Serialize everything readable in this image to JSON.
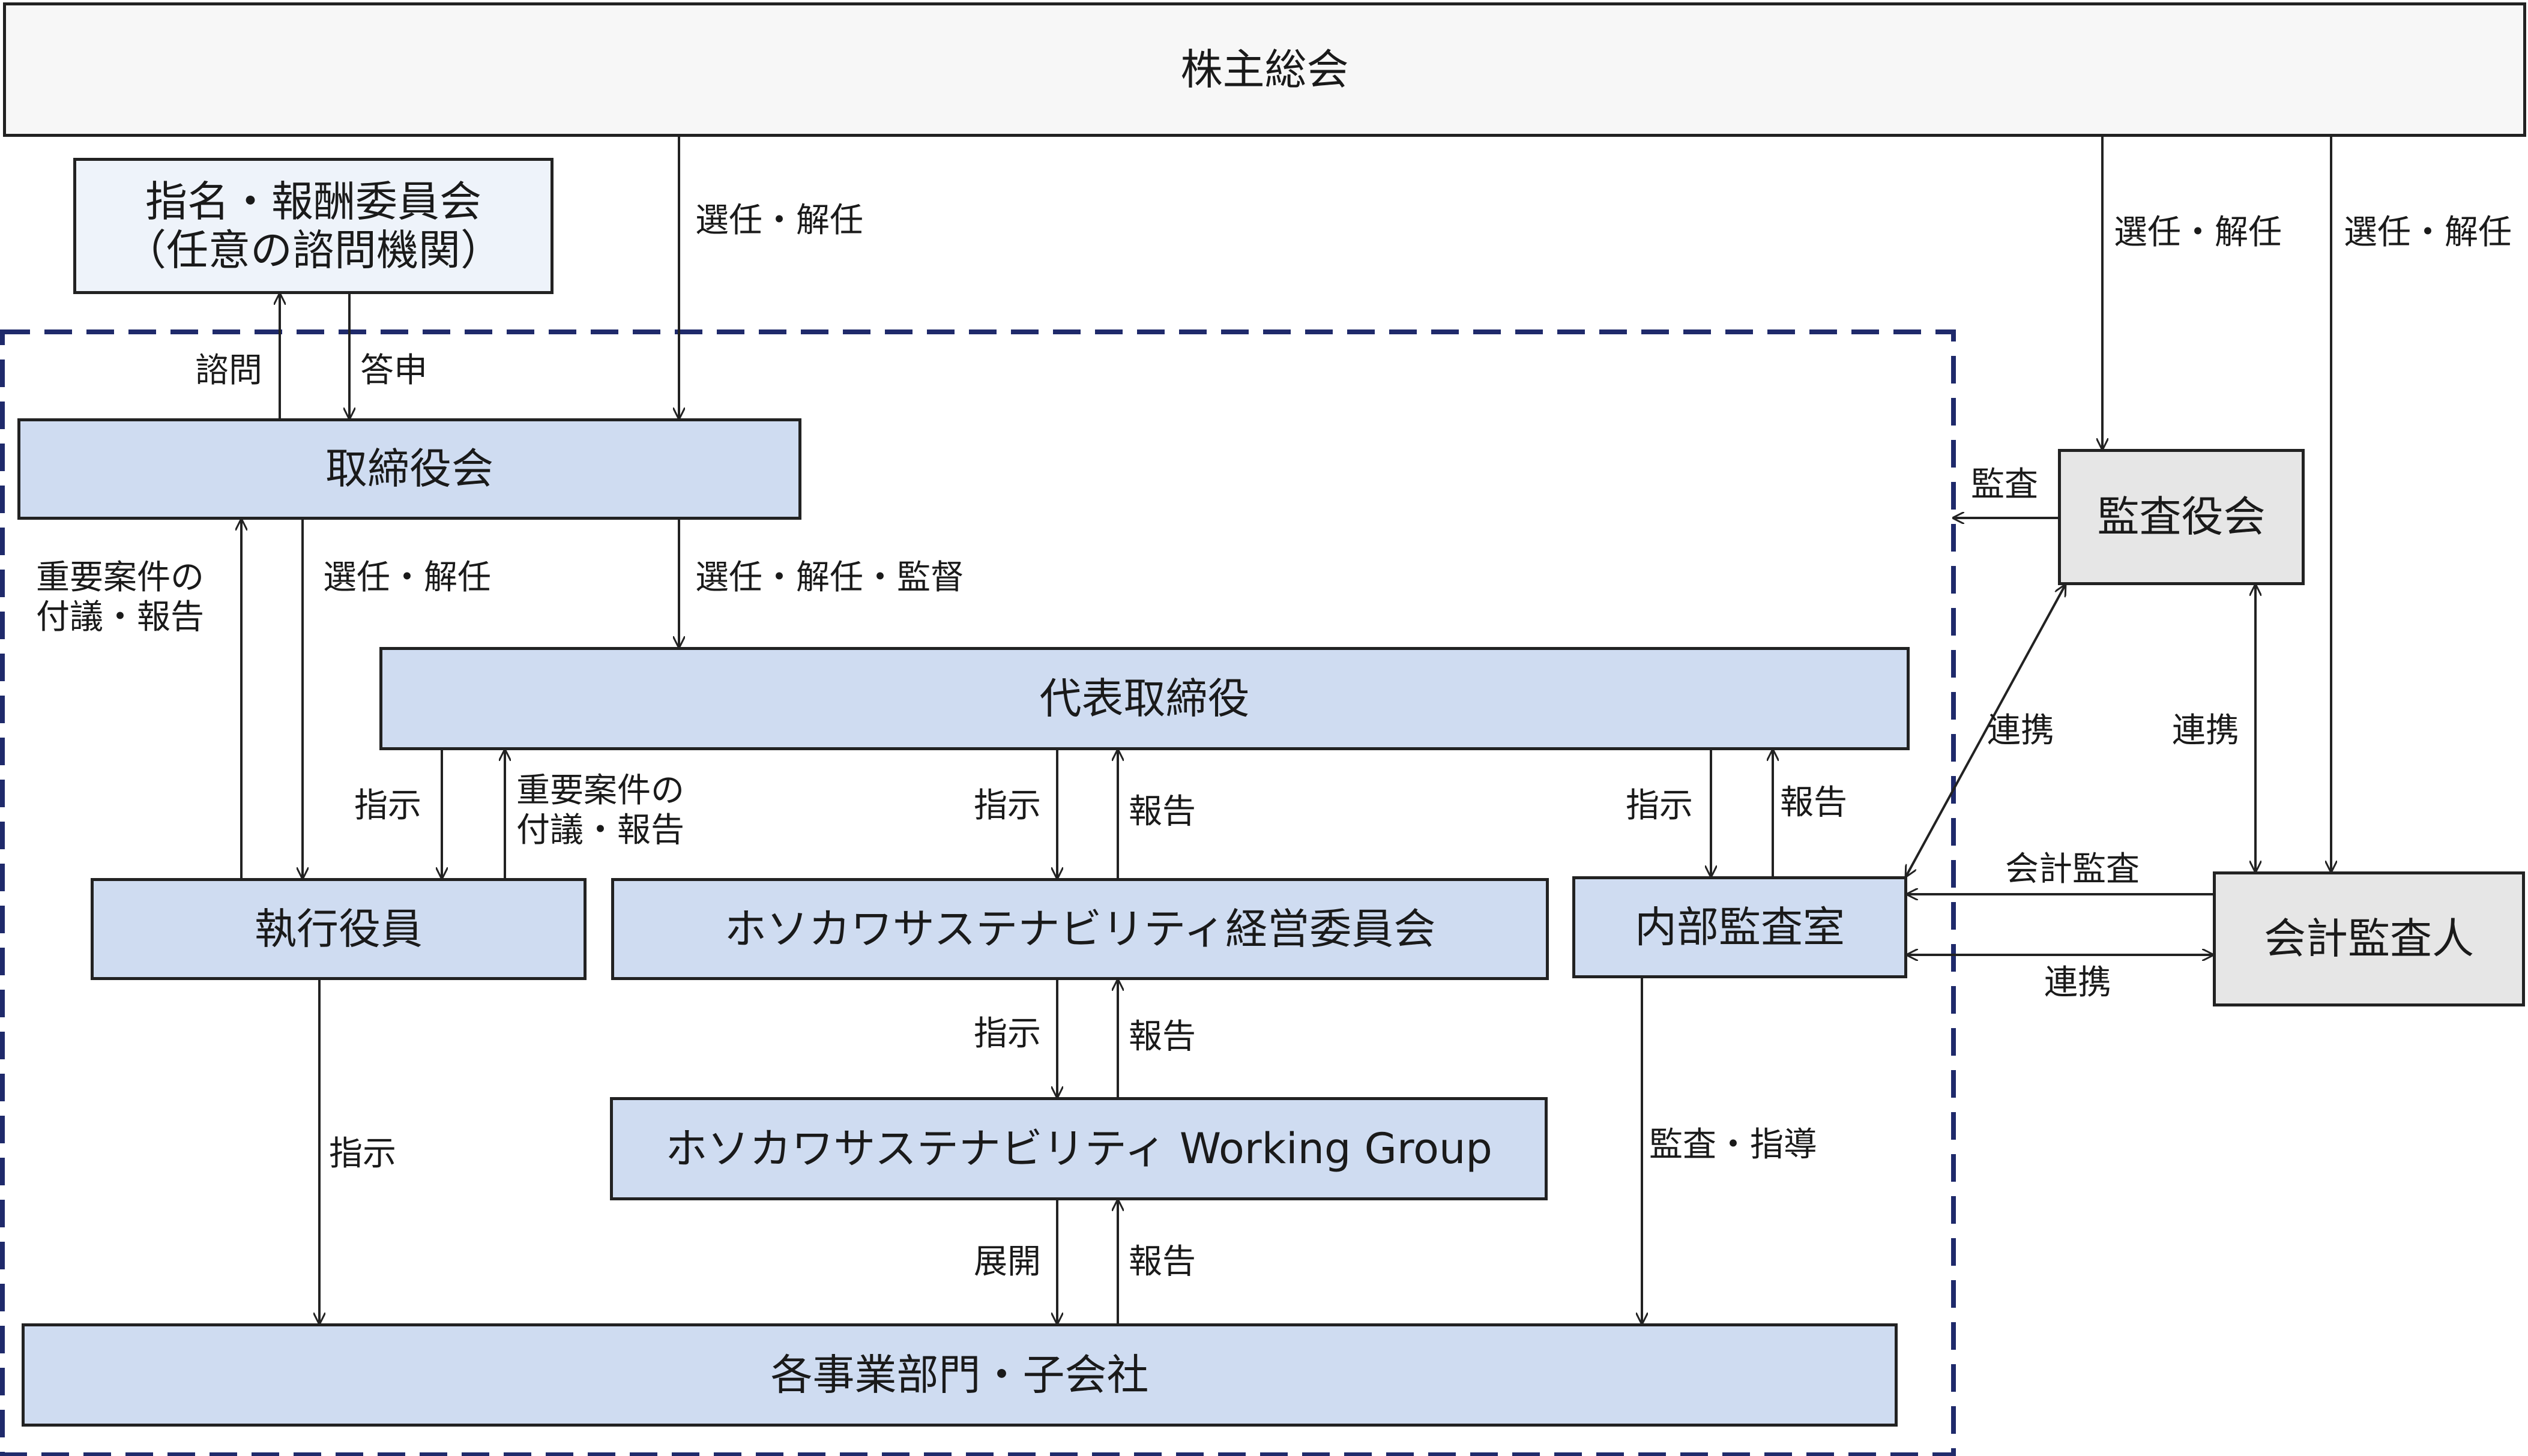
{
  "boxes": {
    "shareholders": "株主総会",
    "committee_line1": "指名・報酬委員会",
    "committee_line2": "（任意の諮問機関）",
    "board": "取締役会",
    "audit_board": "監査役会",
    "representative": "代表取締役",
    "officers": "執行役員",
    "sustainability_committee": "ホソカワサステナビリティ経営委員会",
    "internal_audit": "内部監査室",
    "accounting_auditor": "会計監査人",
    "working_group": "ホソカワサステナビリティ Working Group",
    "divisions": "各事業部門・子会社"
  },
  "labels": {
    "elect_dismiss": "選任・解任",
    "consult": "諮問",
    "report_back": "答申",
    "audit": "監査",
    "important_matters_line1": "重要案件の",
    "important_matters_line2": "付議・報告",
    "elect_dismiss_supervise": "選任・解任・監督",
    "cooperation": "連携",
    "instruction": "指示",
    "report": "報告",
    "accounting_audit": "会計監査",
    "audit_guidance": "監査・指導",
    "deployment": "展開"
  },
  "colors": {
    "box_blue": "#cfdcf1",
    "box_gray": "#e6e6e6",
    "dashed_border": "#1f2a6b",
    "line": "#222222"
  }
}
